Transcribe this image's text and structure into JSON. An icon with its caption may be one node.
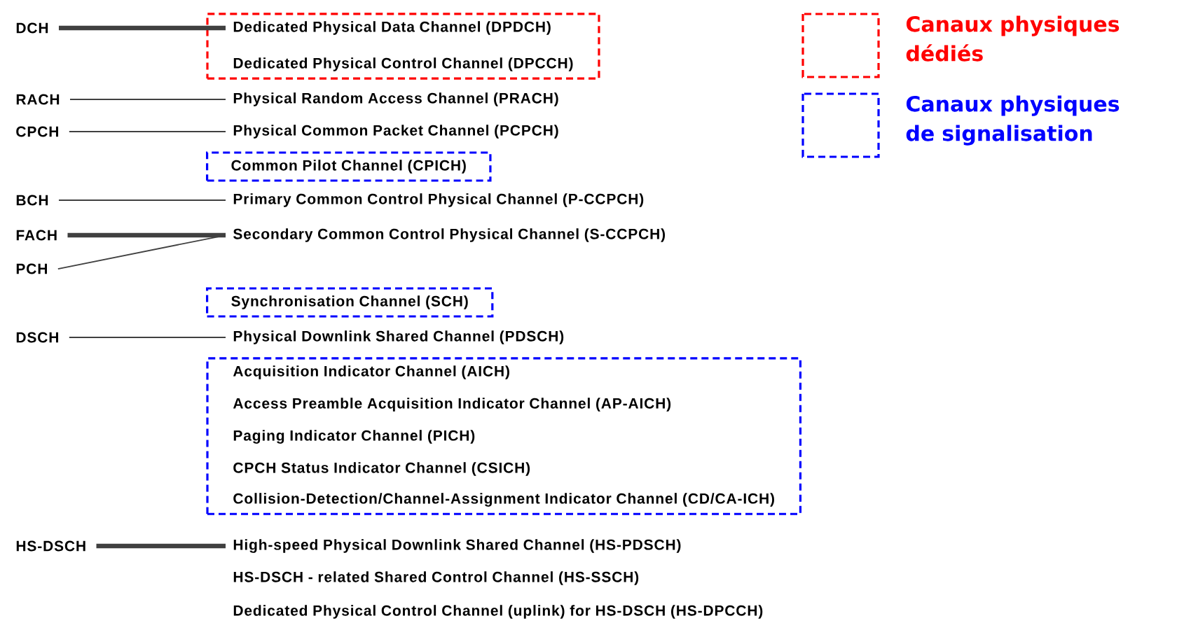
{
  "diagram": {
    "nodes": [
      {
        "text": [
          "DCH"
        ]
      },
      {
        "text": [],
        "shape": "box"
      },
      {
        "text": [
          "Dedicated Physical Data Channel (DPDCH)"
        ],
        "in": 1
      },
      {
        "text": [
          "Dedicated Physical Control Channel (DPCCH)"
        ],
        "in": 1
      },
      {
        "text": [
          "RACH"
        ]
      },
      {
        "text": [
          "Physical Random Access Channel (PRACH)"
        ]
      },
      {
        "text": [
          "CPCH"
        ]
      },
      {
        "text": [
          "Physical Common Packet Channel (PCPCH)"
        ]
      },
      {
        "text": [
          "Common Pilot Channel (CPICH)"
        ]
      },
      {
        "text": [
          "BCH"
        ]
      },
      {
        "text": [
          "Primary Common Control Physical Channel (P-CCPCH)"
        ]
      },
      {
        "text": [
          "FACH"
        ]
      },
      {
        "text": [
          "Secondary Common Control Physical Channel (S-CCPCH)"
        ]
      },
      {
        "text": [
          "PCH"
        ]
      },
      {
        "text": [
          "Synchronisation Channel (SCH)"
        ]
      },
      {
        "text": [
          "DSCH"
        ]
      },
      {
        "text": [
          "Physical Downlink Shared Channel (PDSCH)"
        ]
      },
      {
        "text": [],
        "shape": "box"
      },
      {
        "text": [
          "Acquisition Indicator Channel (AICH)"
        ],
        "in": 17
      },
      {
        "text": [
          "Access Preamble Acquisition Indicator Channel (AP-AICH)"
        ],
        "in": 17
      },
      {
        "text": [
          "Paging Indicator Channel (PICH)"
        ],
        "in": 17
      },
      {
        "text": [
          "CPCH Status Indicator Channel (CSICH)"
        ],
        "in": 17
      },
      {
        "text": [
          "Collision-Detection/Channel-Assignment Indicator Channel (CD/CA-ICH)"
        ],
        "in": 17
      },
      {
        "text": [
          "HS-DSCH"
        ]
      },
      {
        "text": [
          "High-speed Physical Downlink Shared Channel (HS-PDSCH)"
        ]
      },
      {
        "text": [
          "HS-DSCH - related Shared Control Channel (HS-SSCH)"
        ]
      },
      {
        "text": [
          "Dedicated Physical Control Channel (uplink) for HS-DSCH (HS-DPCCH)"
        ]
      }
    ],
    "edges": [
      {
        "from": 0,
        "to": 2,
        "arrow": "none",
        "style": "thick"
      },
      {
        "from": 4,
        "to": 5,
        "arrow": "none"
      },
      {
        "from": 6,
        "to": 7,
        "arrow": "none"
      },
      {
        "from": 9,
        "to": 10,
        "arrow": "none"
      },
      {
        "from": 11,
        "to": 12,
        "arrow": "none",
        "style": "thick"
      },
      {
        "from": 13,
        "to": 12,
        "arrow": "none"
      },
      {
        "from": 15,
        "to": 16,
        "arrow": "none"
      },
      {
        "from": 23,
        "to": 24,
        "arrow": "none",
        "style": "thick"
      }
    ],
    "legend": [
      {
        "text": "Canaux physiques dédiés",
        "color": "#ff0000"
      },
      {
        "text": "Canaux physiques de signalisation",
        "color": "#0000ff"
      }
    ]
  }
}
